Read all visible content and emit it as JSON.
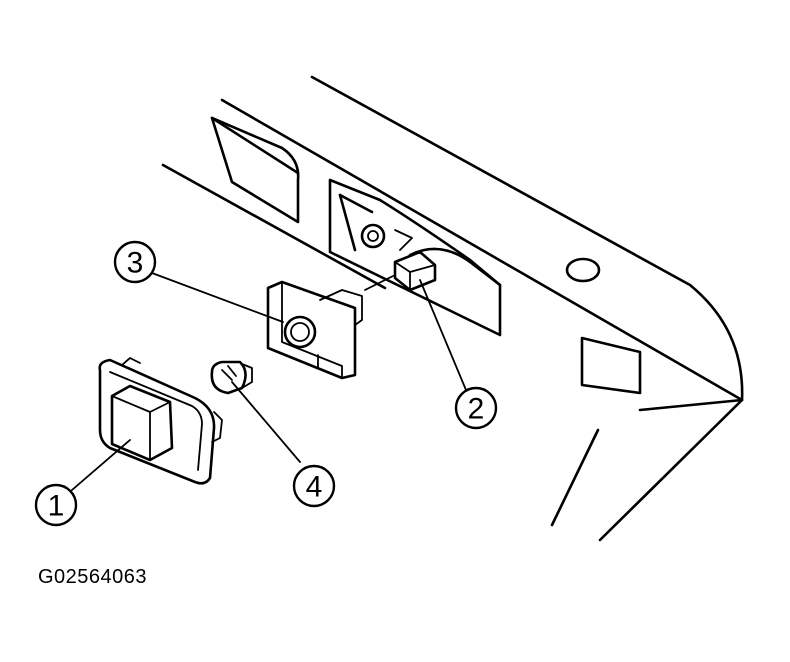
{
  "callouts": [
    {
      "id": "1",
      "label": "1"
    },
    {
      "id": "2",
      "label": "2"
    },
    {
      "id": "3",
      "label": "3"
    },
    {
      "id": "4",
      "label": "4"
    }
  ],
  "figure_code": "G02564063",
  "colors": {
    "ink": "#000000",
    "background": "#ffffff"
  }
}
